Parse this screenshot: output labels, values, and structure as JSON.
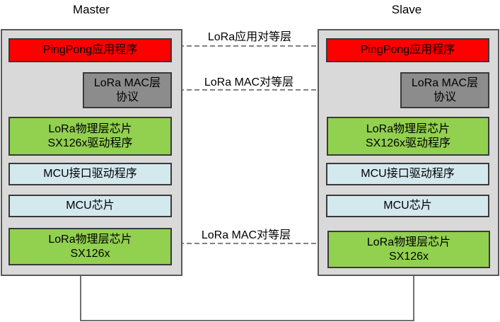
{
  "diagram": {
    "stacks": [
      {
        "id": "master",
        "title": "Master",
        "layers": [
          {
            "id": "app",
            "lines": [
              "PingPong应用程序"
            ],
            "color": "#ff0000"
          },
          {
            "id": "mac",
            "lines": [
              "LoRa MAC层",
              "协议"
            ],
            "color": "#8c8c8c"
          },
          {
            "id": "phy-driver",
            "lines": [
              "LoRa物理层芯片",
              "SX126x驱动程序"
            ],
            "color": "#92d050"
          },
          {
            "id": "mcu-if-driver",
            "lines": [
              "MCU接口驱动程序"
            ],
            "color": "#d3e9ee"
          },
          {
            "id": "mcu-chip",
            "lines": [
              "MCU芯片"
            ],
            "color": "#d3e9ee"
          },
          {
            "id": "phy-chip",
            "lines": [
              "LoRa物理层芯片",
              "SX126x"
            ],
            "color": "#92d050"
          }
        ]
      },
      {
        "id": "slave",
        "title": "Slave",
        "layers": [
          {
            "id": "app",
            "lines": [
              "PingPong应用程序"
            ],
            "color": "#ff0000"
          },
          {
            "id": "mac",
            "lines": [
              "LoRa MAC层",
              "协议"
            ],
            "color": "#8c8c8c"
          },
          {
            "id": "phy-driver",
            "lines": [
              "LoRa物理层芯片",
              "SX126x驱动程序"
            ],
            "color": "#92d050"
          },
          {
            "id": "mcu-if-driver",
            "lines": [
              "MCU接口驱动程序"
            ],
            "color": "#d3e9ee"
          },
          {
            "id": "mcu-chip",
            "lines": [
              "MCU芯片"
            ],
            "color": "#d3e9ee"
          },
          {
            "id": "phy-chip",
            "lines": [
              "LoRa物理层芯片",
              "SX126x"
            ],
            "color": "#92d050"
          }
        ]
      }
    ],
    "peer_links": [
      {
        "from": "master.app",
        "to": "slave.app",
        "label": "LoRa应用对等层",
        "style": "dashed"
      },
      {
        "from": "master.mac",
        "to": "slave.mac",
        "label": "LoRa MAC对等层",
        "style": "dashed"
      },
      {
        "from": "master.phy-chip",
        "to": "slave.phy-chip",
        "label": "LoRa MAC对等层",
        "style": "dashed"
      }
    ],
    "physical_link": {
      "from": "master",
      "to": "slave",
      "style": "solid"
    }
  }
}
